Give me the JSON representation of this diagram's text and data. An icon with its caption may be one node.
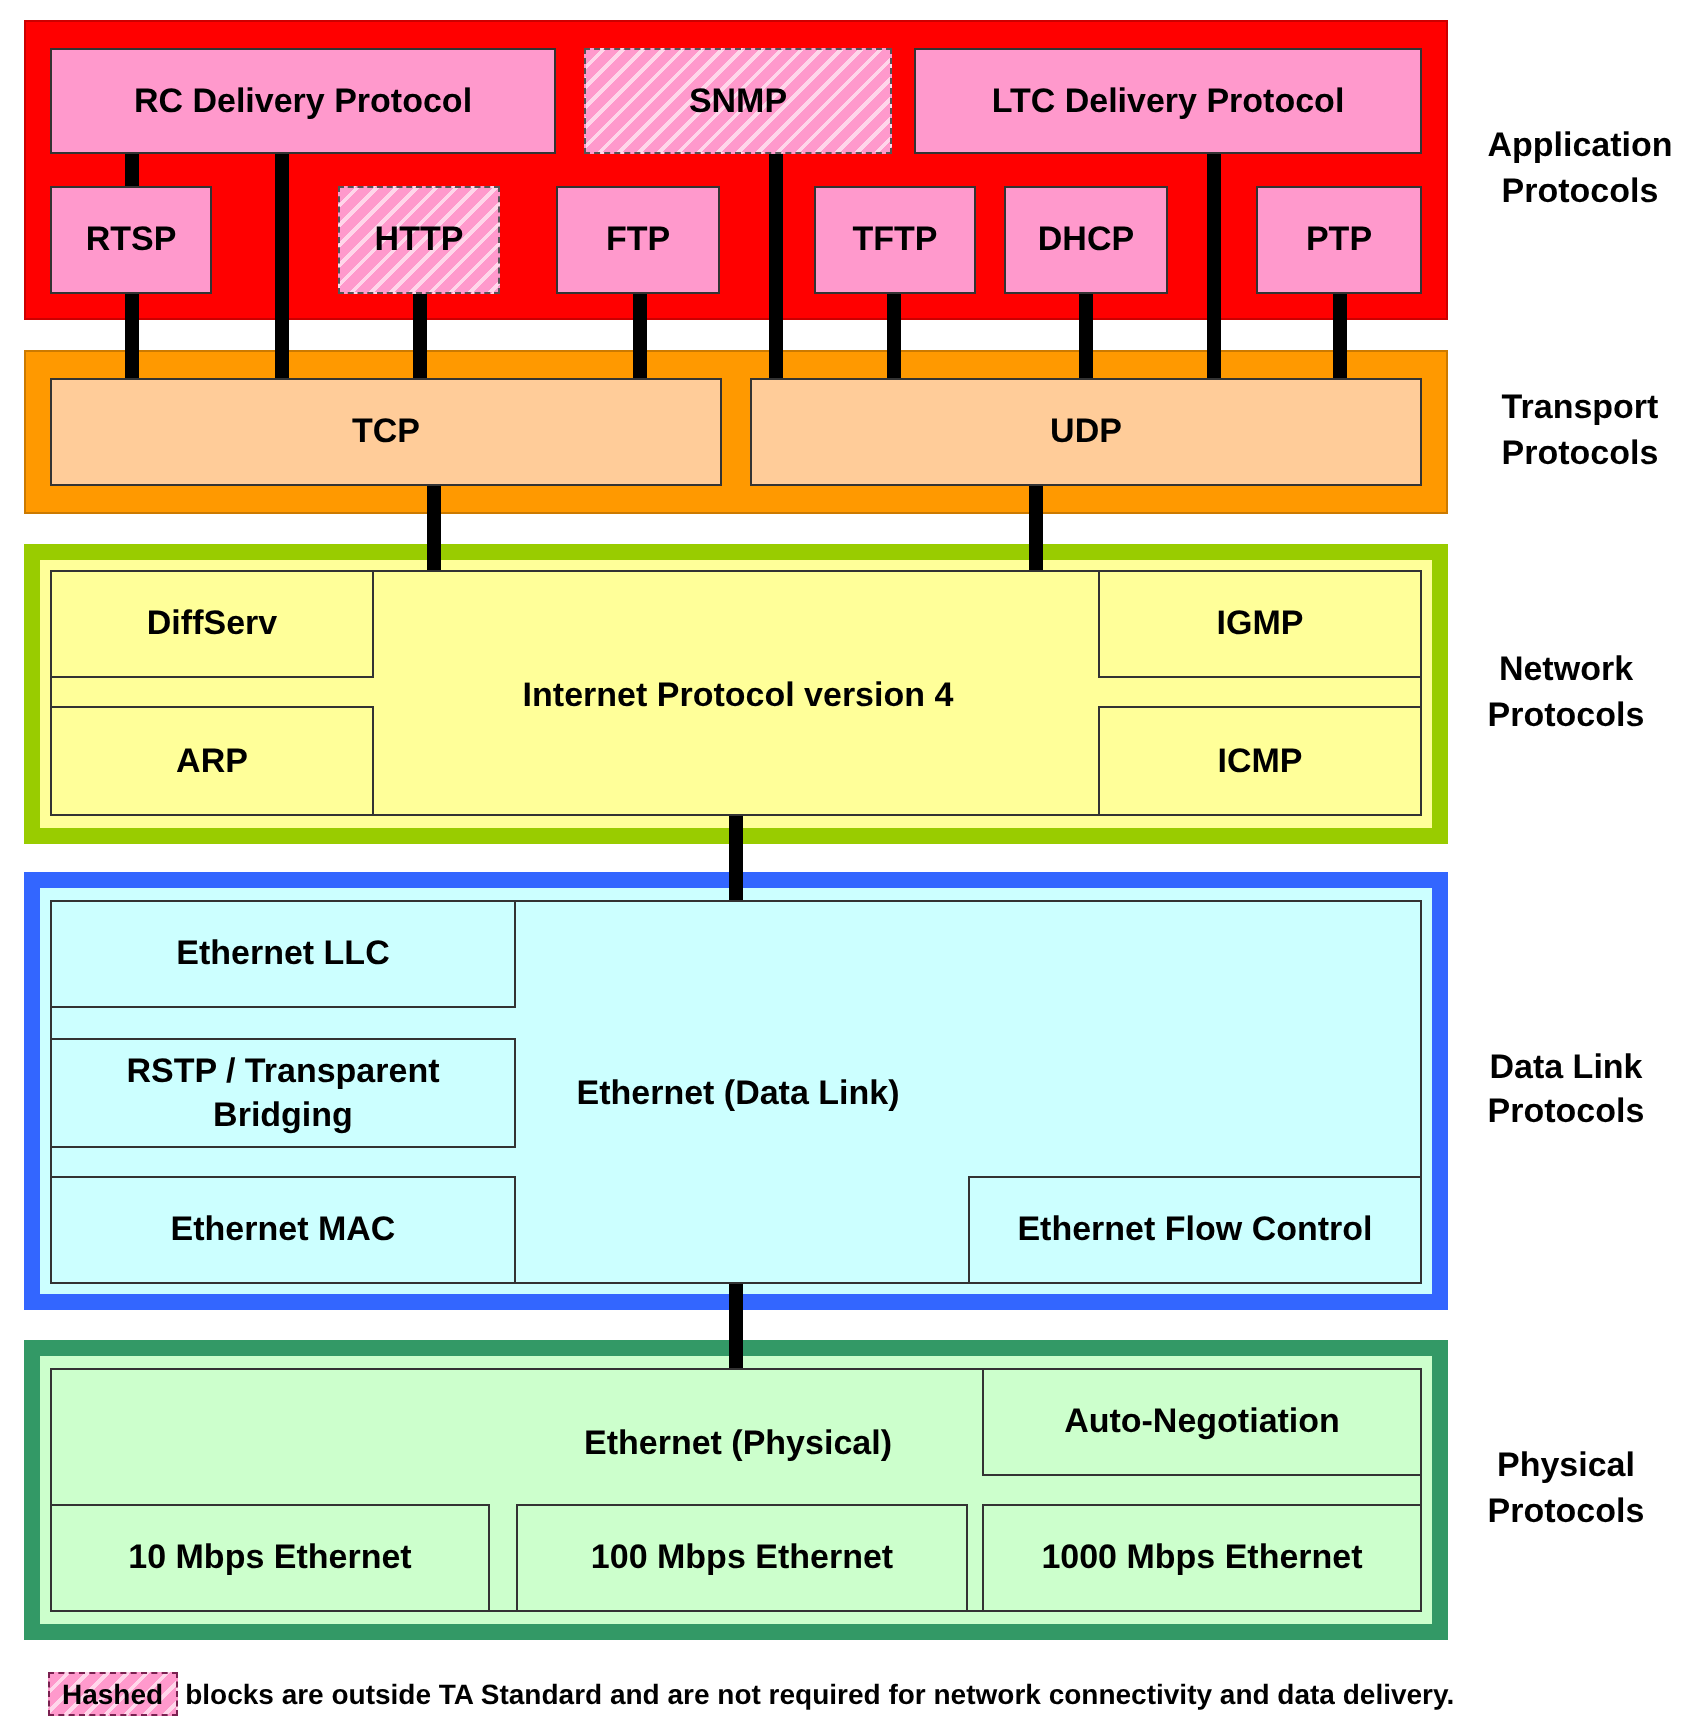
{
  "diagram": {
    "nodes": [
      {
        "text": [
          "Application Protocols"
        ]
      },
      {
        "text": [
          "RC Delivery Protocol"
        ],
        "in": 0
      },
      {
        "text": [
          "SNMP"
        ],
        "in": 0
      },
      {
        "text": [
          "LTC Delivery Protocol"
        ],
        "in": 0
      },
      {
        "text": [
          "RTSP"
        ],
        "in": 0
      },
      {
        "text": [
          "HTTP"
        ],
        "in": 0
      },
      {
        "text": [
          "FTP"
        ],
        "in": 0
      },
      {
        "text": [
          "TFTP"
        ],
        "in": 0
      },
      {
        "text": [
          "DHCP"
        ],
        "in": 0
      },
      {
        "text": [
          "PTP"
        ],
        "in": 0
      },
      {
        "text": [
          "Transport Protocols"
        ]
      },
      {
        "text": [
          "TCP"
        ],
        "in": 10
      },
      {
        "text": [
          "UDP"
        ],
        "in": 10
      },
      {
        "text": [
          "Network Protocols"
        ]
      },
      {
        "text": [
          "Internet Protocol version 4"
        ],
        "in": 13
      },
      {
        "text": [
          "DiffServ"
        ],
        "in": 14
      },
      {
        "text": [
          "IGMP"
        ],
        "in": 14
      },
      {
        "text": [
          "ARP"
        ],
        "in": 14
      },
      {
        "text": [
          "ICMP"
        ],
        "in": 14
      },
      {
        "text": [
          "Data Link Protocols"
        ]
      },
      {
        "text": [
          "Ethernet (Data Link)"
        ],
        "in": 19
      },
      {
        "text": [
          "Ethernet LLC"
        ],
        "in": 20
      },
      {
        "text": [
          "RSTP / Transparent Bridging"
        ],
        "in": 20
      },
      {
        "text": [
          "Ethernet MAC"
        ],
        "in": 20
      },
      {
        "text": [
          "Ethernet Flow Control"
        ],
        "in": 20
      },
      {
        "text": [
          "Physical Protocols"
        ]
      },
      {
        "text": [
          "Ethernet (Physical)"
        ],
        "in": 25
      },
      {
        "text": [
          "Auto-Negotiation"
        ],
        "in": 26
      },
      {
        "text": [
          "10 Mbps Ethernet"
        ],
        "in": 26
      },
      {
        "text": [
          "100 Mbps Ethernet"
        ],
        "in": 26
      },
      {
        "text": [
          "1000 Mbps Ethernet"
        ],
        "in": 26
      }
    ],
    "edges": [
      {
        "from": 4,
        "to": 1,
        "arrow": "none"
      },
      {
        "from": 4,
        "to": 11,
        "arrow": "none"
      },
      {
        "from": 1,
        "to": 11,
        "arrow": "none"
      },
      {
        "from": 5,
        "to": 11,
        "arrow": "none"
      },
      {
        "from": 6,
        "to": 11,
        "arrow": "none"
      },
      {
        "from": 2,
        "to": 12,
        "arrow": "none"
      },
      {
        "from": 7,
        "to": 12,
        "arrow": "none"
      },
      {
        "from": 8,
        "to": 12,
        "arrow": "none"
      },
      {
        "from": 3,
        "to": 12,
        "arrow": "none"
      },
      {
        "from": 9,
        "to": 12,
        "arrow": "none"
      },
      {
        "from": 11,
        "to": 14,
        "arrow": "none"
      },
      {
        "from": 12,
        "to": 14,
        "arrow": "none"
      },
      {
        "from": 14,
        "to": 20,
        "arrow": "none"
      },
      {
        "from": 20,
        "to": 26,
        "arrow": "none"
      }
    ],
    "labels": [
      "Hashed"
    ],
    "legend": [
      {
        "text": "blocks are outside TA Standard and are not required for network connectivity and data delivery."
      }
    ]
  }
}
